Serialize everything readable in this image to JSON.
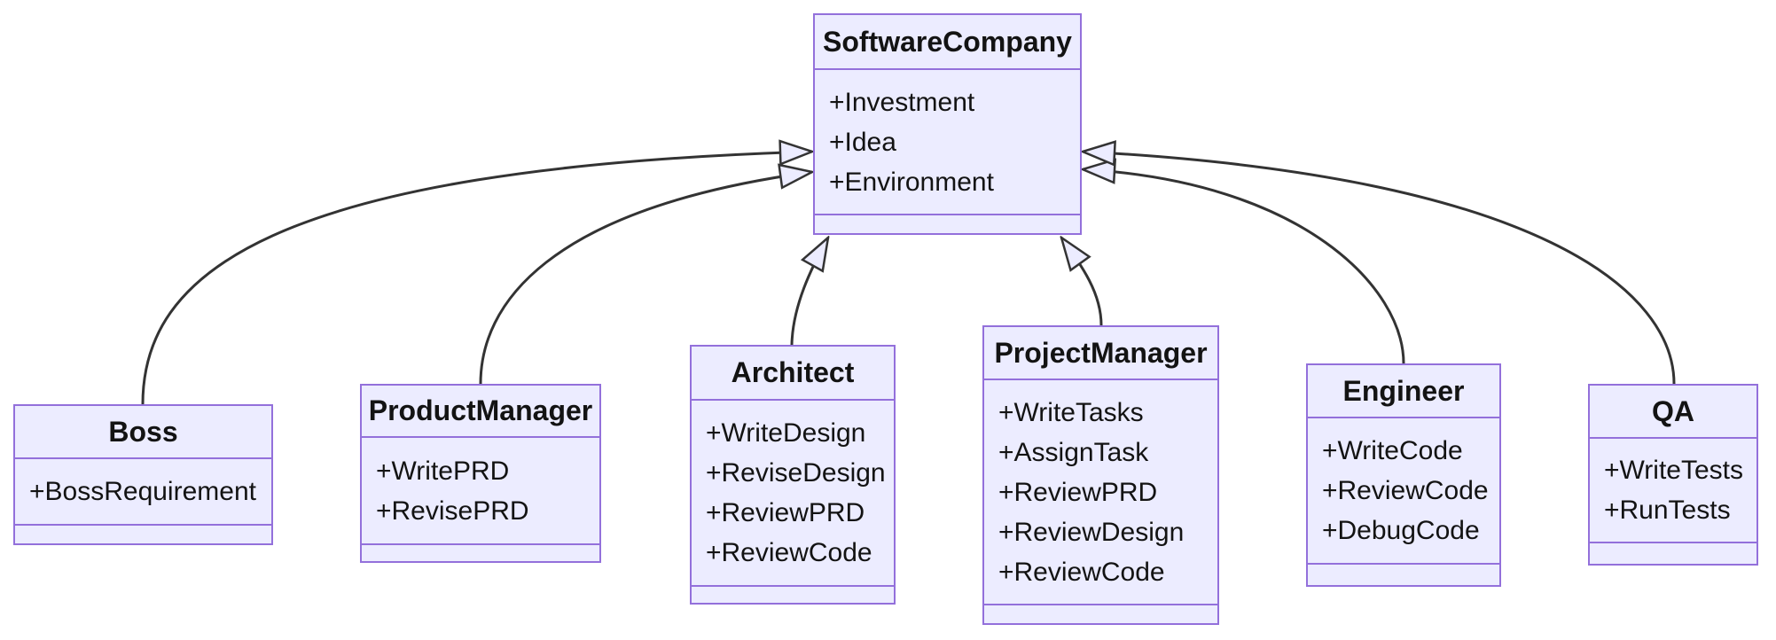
{
  "diagram": {
    "kind": "uml-class-diagram",
    "colors": {
      "background": "#FFFFFF",
      "box_fill": "#ECECFF",
      "box_border": "#9370DB",
      "edge_line": "#333333",
      "text": "#131313"
    },
    "classes": [
      {
        "name": "SoftwareCompany",
        "attributes": [
          "+Investment",
          "+Idea",
          "+Environment"
        ],
        "methods": []
      },
      {
        "name": "Boss",
        "attributes": [
          "+BossRequirement"
        ],
        "methods": []
      },
      {
        "name": "ProductManager",
        "attributes": [
          "+WritePRD",
          "+RevisePRD"
        ],
        "methods": []
      },
      {
        "name": "Architect",
        "attributes": [
          "+WriteDesign",
          "+ReviseDesign",
          "+ReviewPRD",
          "+ReviewCode"
        ],
        "methods": []
      },
      {
        "name": "ProjectManager",
        "attributes": [
          "+WriteTasks",
          "+AssignTask",
          "+ReviewPRD",
          "+ReviewDesign",
          "+ReviewCode"
        ],
        "methods": []
      },
      {
        "name": "Engineer",
        "attributes": [
          "+WriteCode",
          "+ReviewCode",
          "+DebugCode"
        ],
        "methods": []
      },
      {
        "name": "QA",
        "attributes": [
          "+WriteTests",
          "+RunTests"
        ],
        "methods": []
      }
    ],
    "relationships": [
      {
        "child": "Boss",
        "parent": "SoftwareCompany",
        "type": "inheritance"
      },
      {
        "child": "ProductManager",
        "parent": "SoftwareCompany",
        "type": "inheritance"
      },
      {
        "child": "Architect",
        "parent": "SoftwareCompany",
        "type": "inheritance"
      },
      {
        "child": "ProjectManager",
        "parent": "SoftwareCompany",
        "type": "inheritance"
      },
      {
        "child": "Engineer",
        "parent": "SoftwareCompany",
        "type": "inheritance"
      },
      {
        "child": "QA",
        "parent": "SoftwareCompany",
        "type": "inheritance"
      }
    ]
  }
}
